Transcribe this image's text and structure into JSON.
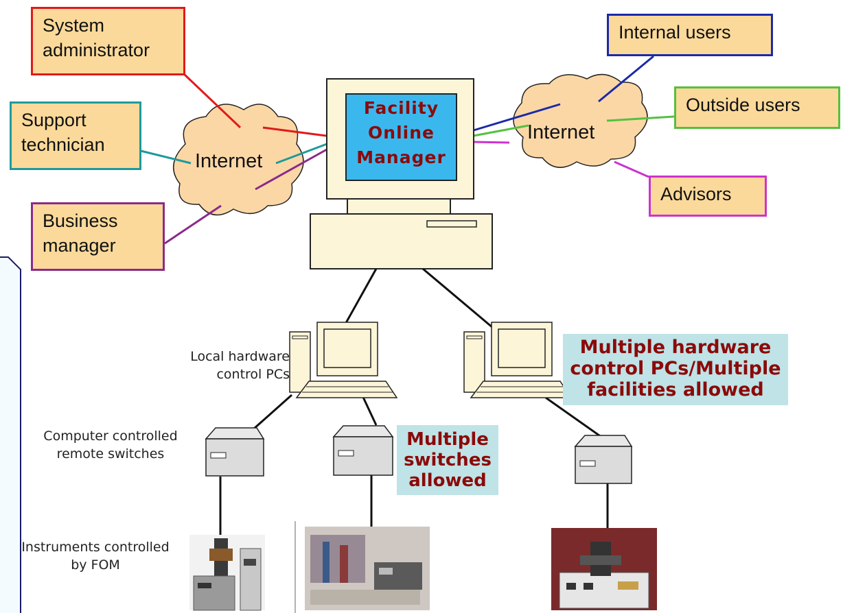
{
  "server": {
    "screen_label": "Facility\nOnline\nManager"
  },
  "clouds": {
    "left_label": "Internet",
    "right_label": "Internet"
  },
  "roles": {
    "system_admin": "System\nadministrator",
    "support_tech": "Support\ntechnician",
    "business_manager": "Business\nmanager",
    "internal_users": "Internal users",
    "outside_users": "Outside users",
    "advisors": "Advisors"
  },
  "labels": {
    "local_pcs": "Local hardware\ncontrol PCs",
    "remote_switches": "Computer controlled\nremote switches",
    "instruments": "Instruments controlled\nby FOM"
  },
  "callouts": {
    "multiple_pcs": "Multiple hardware\ncontrol PCs/Multiple\nfacilities allowed",
    "multiple_switches": "Multiple\nswitches\nallowed"
  },
  "colors": {
    "box_fill": "#fbd99a",
    "red": "#e01a1a",
    "teal": "#1e9a9a",
    "purple": "#8a2a8a",
    "blue": "#1a2aa8",
    "green": "#55c040",
    "magenta": "#cc33cc",
    "callout_fill": "#bfe3e6",
    "callout_text": "#8b0a0a",
    "screen_fill": "#3ab8ee"
  }
}
